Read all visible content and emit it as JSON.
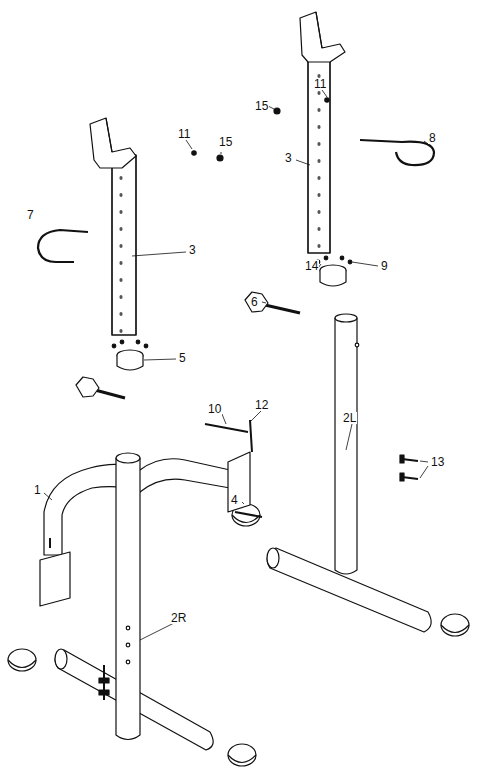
{
  "diagram": {
    "labels": [
      "11",
      "15",
      "8",
      "3",
      "11",
      "15",
      "7",
      "3",
      "14",
      "9",
      "6",
      "5",
      "10",
      "12",
      "2L",
      "13",
      "1",
      "4",
      "2R"
    ]
  }
}
